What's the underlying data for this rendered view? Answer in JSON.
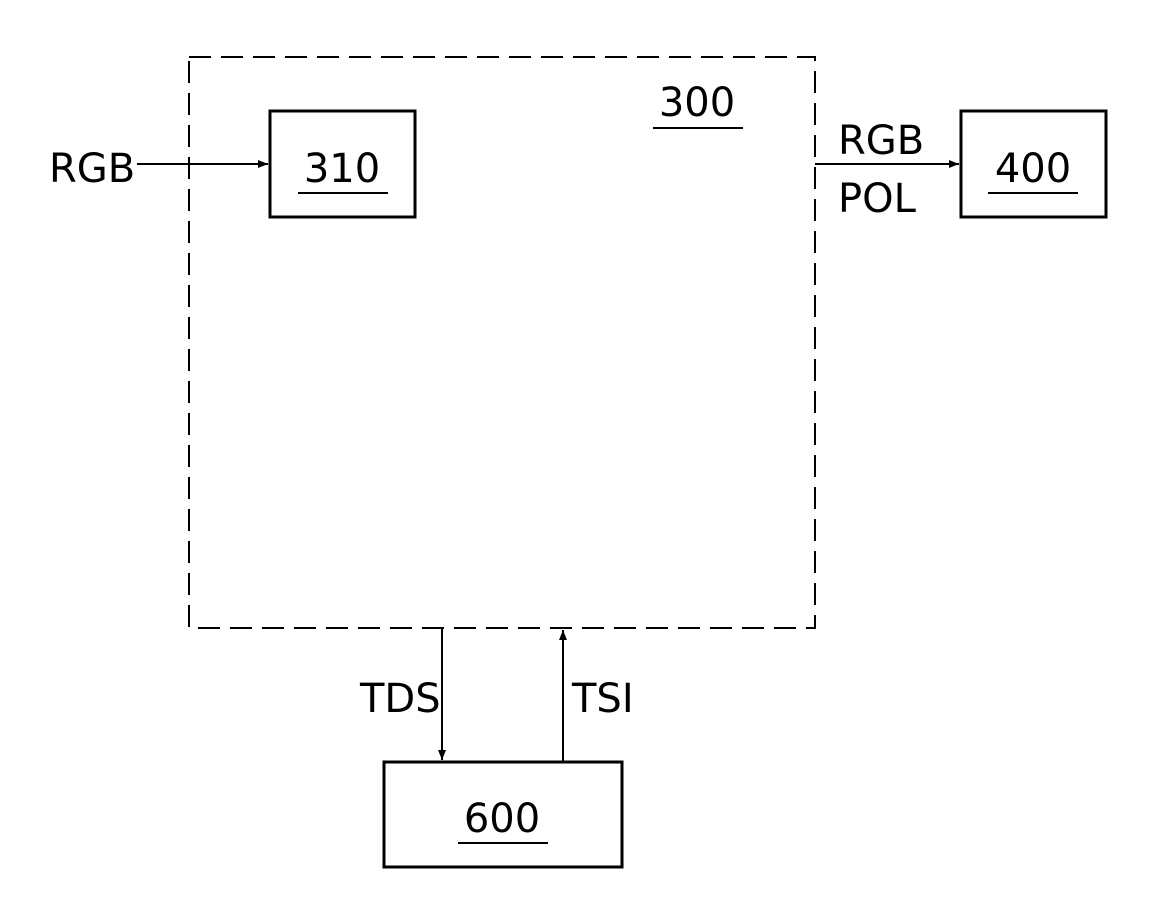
{
  "blocks": {
    "controller": {
      "label": "300"
    },
    "sub_block": {
      "label": "310"
    },
    "output_block": {
      "label": "400"
    },
    "bottom_block": {
      "label": "600"
    }
  },
  "signals": {
    "input": "RGB",
    "output_rgb": "RGB",
    "output_pol": "POL",
    "down": "TDS",
    "up": "TSI"
  }
}
